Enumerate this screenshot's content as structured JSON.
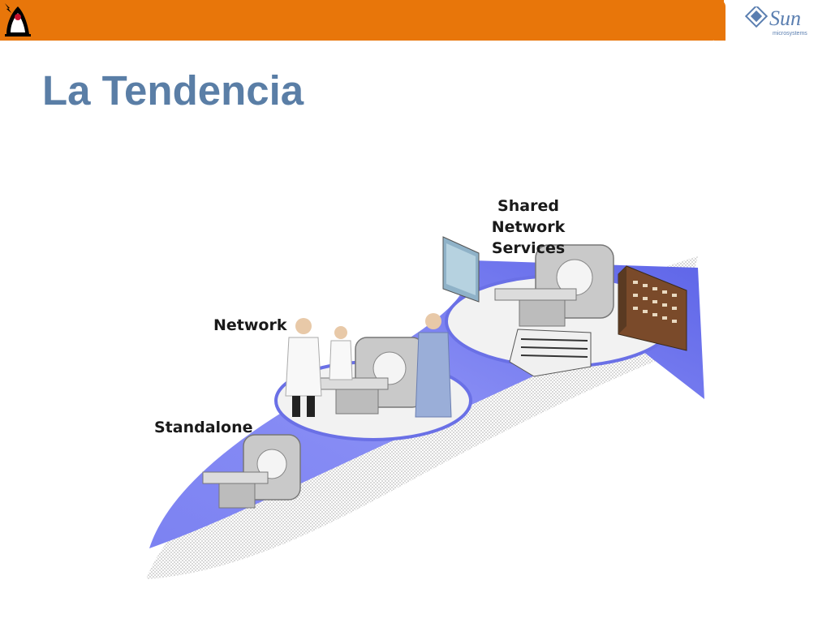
{
  "slide": {
    "title": "La Tendencia"
  },
  "branding": {
    "logo_name": "sun-logo",
    "logo_word": "Sun",
    "logo_sub": "microsystems",
    "mascot": "java-duke-mascot",
    "accent_color": "#E8760A",
    "title_color": "#5A7EA6"
  },
  "diagram": {
    "stages": [
      {
        "label": "Standalone"
      },
      {
        "label": "Network"
      },
      {
        "label_line1": "Shared Network",
        "label_line2": "Services"
      }
    ]
  }
}
